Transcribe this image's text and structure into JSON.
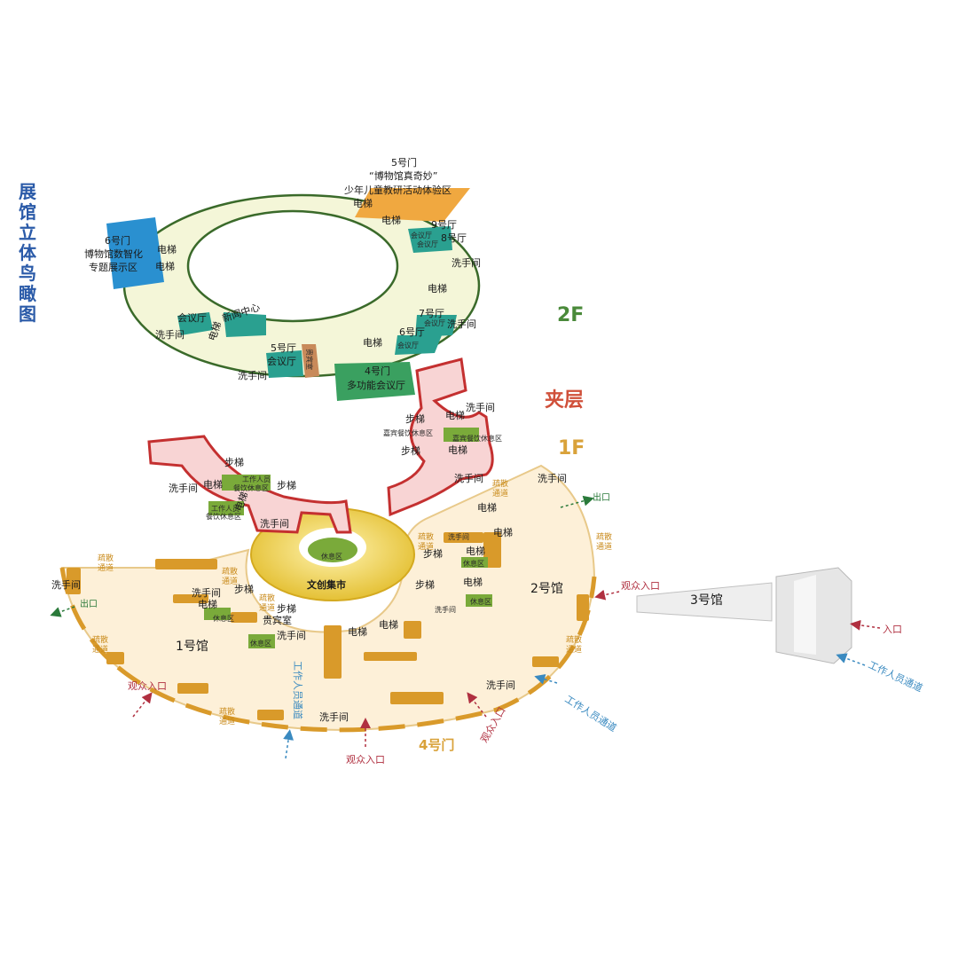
{
  "title": "展馆立体鸟瞰图",
  "floors": {
    "f2": "2F",
    "mezz": "夹层",
    "f1": "1F"
  },
  "colors": {
    "f2": "#4a8a3a",
    "mezz": "#d0503a",
    "f1": "#d9a23a"
  },
  "f2": {
    "door5": {
      "line1": "5号门",
      "line2": "“博物馆真奇妙”",
      "line3": "少年儿童教研活动体验区"
    },
    "door6": {
      "line1": "6号门",
      "line2": "博物馆数智化",
      "line3": "专题展示区"
    },
    "door4": {
      "line1": "4号门",
      "line2": "多功能会议厅"
    },
    "hall9": "9号厅",
    "hall8": "8号厅",
    "meeting": "会议厅",
    "hall7": "7号厅",
    "hall6": "6号厅",
    "hall5": "5号厅",
    "news": "新闻中心",
    "vip": "贵宾室",
    "elevator": "电梯",
    "restroom": "洗手间"
  },
  "mezz": {
    "stairs": "步梯",
    "elevator": "电梯",
    "restroom": "洗手间",
    "guest_rest": "嘉宾餐饮休息区",
    "staff1": "工作人员",
    "staff2": "餐饮休息区"
  },
  "f1": {
    "hall1": "1号馆",
    "hall2": "2号馆",
    "hall3": "3号馆",
    "door4": "4号门",
    "market": "文创集市",
    "rest": "休息区",
    "visitor_entry": "观众入口",
    "staff_passage": "工作人员通道",
    "entry": "入口",
    "exit": "出口",
    "evac1": "疏散",
    "evac2": "通道",
    "restroom": "洗手间",
    "elevator": "电梯",
    "stairs": "步梯",
    "vip": "贵宾室"
  }
}
